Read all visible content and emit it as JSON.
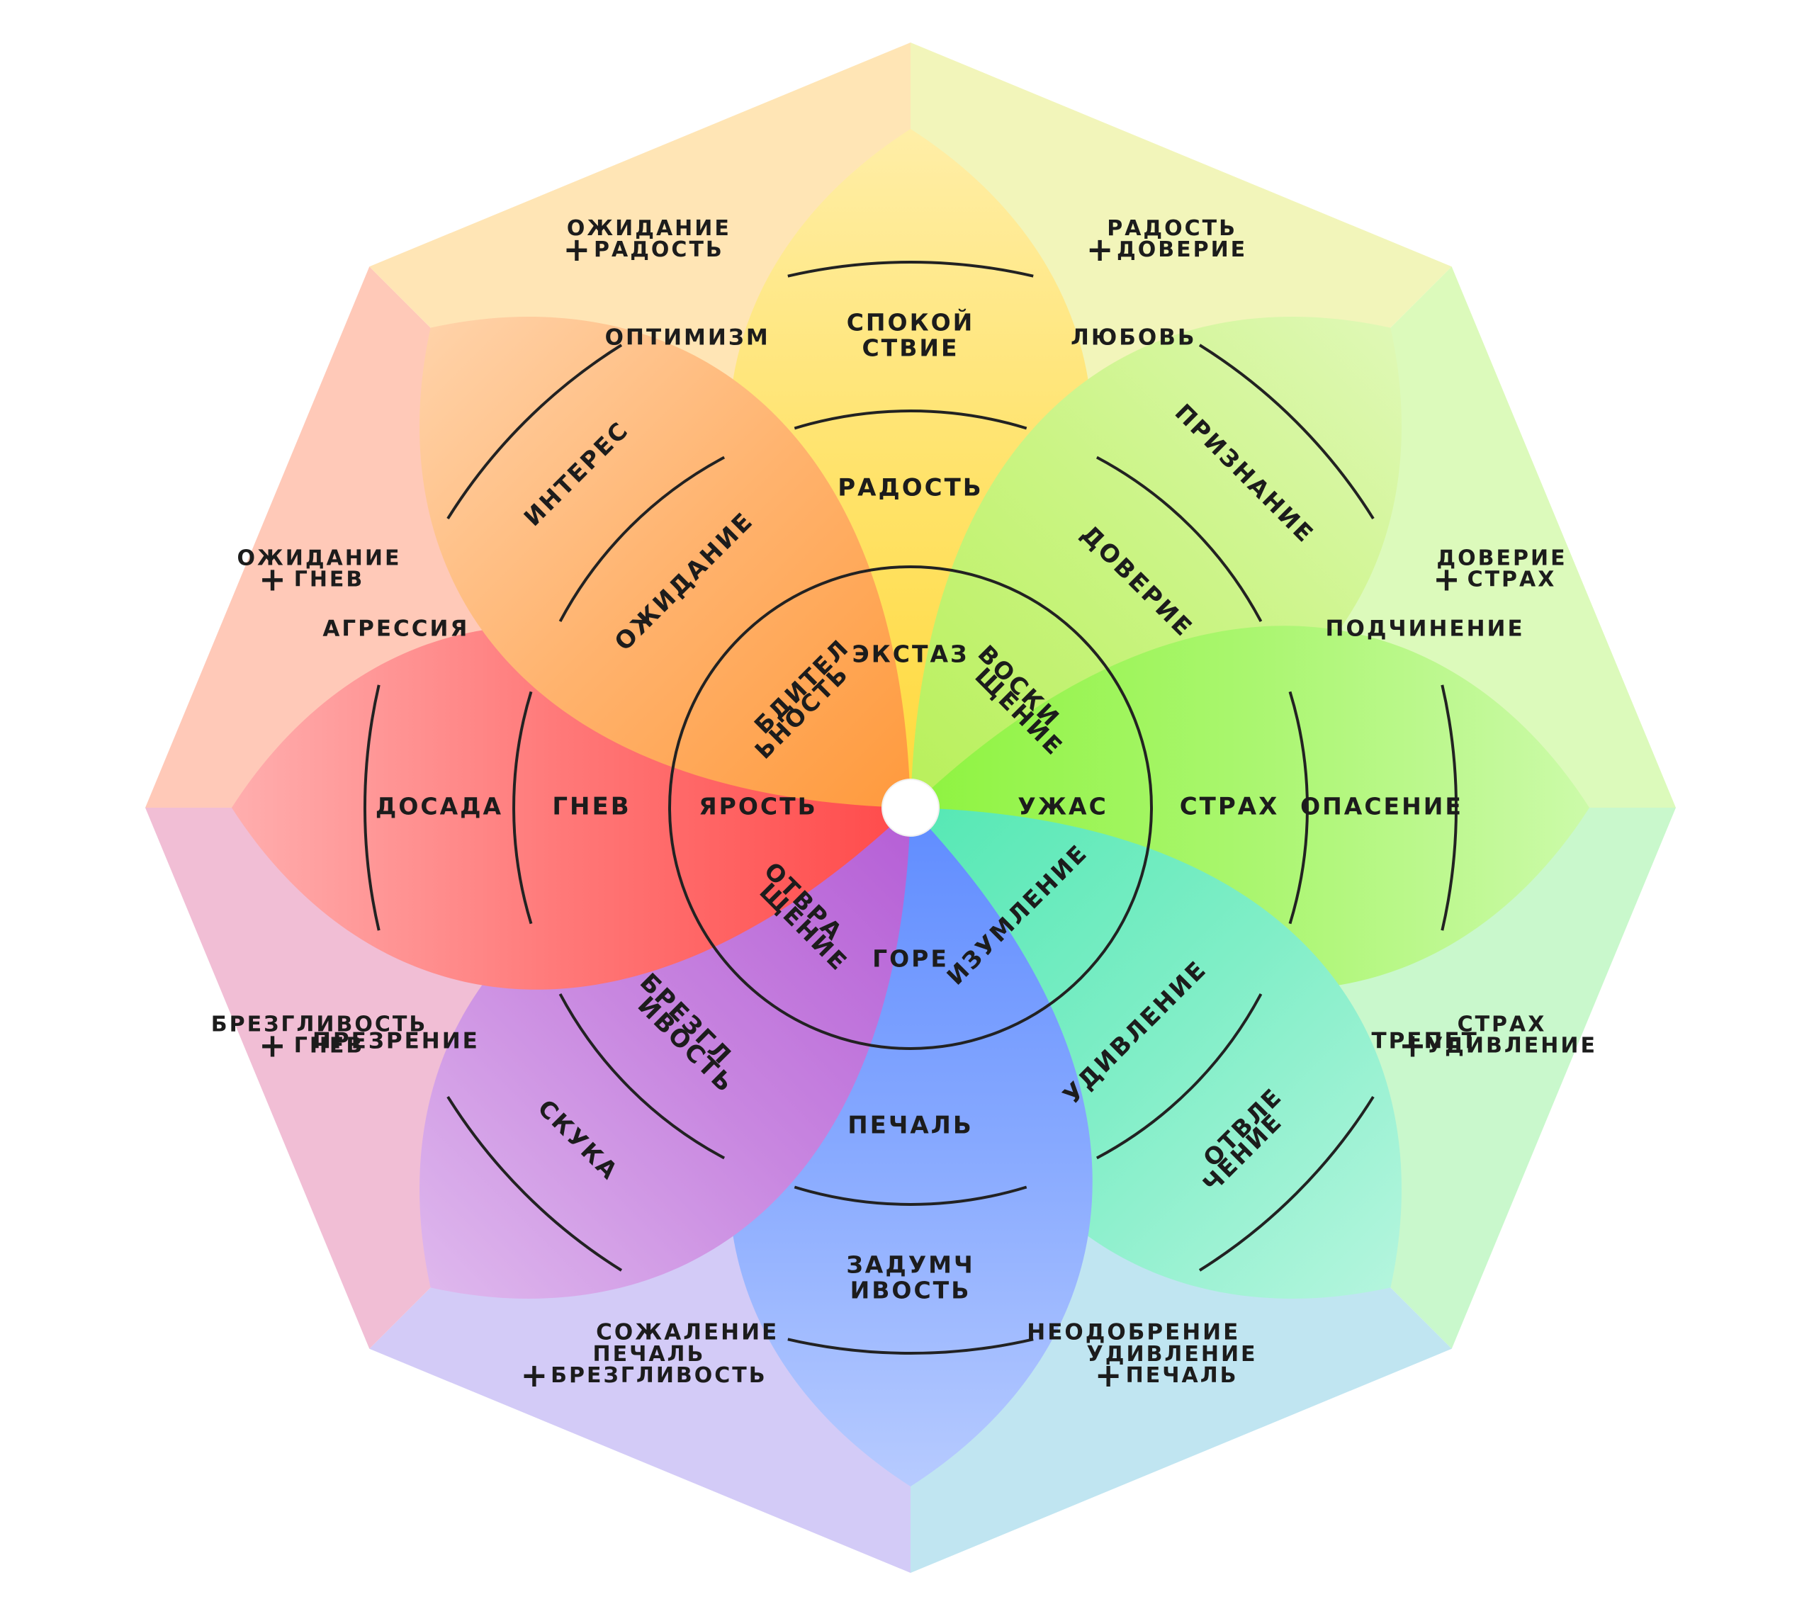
{
  "colors": {
    "joy": "#ffd93b",
    "trust": "#b8f05a",
    "fear": "#8ef33f",
    "surprise": "#55e8b4",
    "sadness": "#5f8cff",
    "disgust": "#b55ed6",
    "anger": "#ff4a4a",
    "anticipation": "#ff9a3d"
  },
  "petals": [
    {
      "key": "joy",
      "outer": "СПОКОЙСТВИЕ",
      "middle": "РАДОСТЬ",
      "inner": "ЭКСТАЗ"
    },
    {
      "key": "trust",
      "outer": "ПРИЗНАНИЕ",
      "middle": "ДОВЕРИЕ",
      "inner": "ВОСКИЩЕНИЕ"
    },
    {
      "key": "fear",
      "outer": "ОПАСЕНИЕ",
      "middle": "СТРАХ",
      "inner": "УЖАС"
    },
    {
      "key": "surprise",
      "outer": "ОТВЛЕЧЕНИЕ",
      "middle": "УДИВЛЕНИЕ",
      "inner": "ИЗУМЛЕНИЕ"
    },
    {
      "key": "sadness",
      "outer": "ЗАДУМЧИВОСТЬ",
      "middle": "ПЕЧАЛЬ",
      "inner": "ГОРЕ"
    },
    {
      "key": "disgust",
      "outer": "СКУКА",
      "middle": "БРЕЗГЛИВОСТЬ",
      "inner": "ОТВРАЩЕНИЕ"
    },
    {
      "key": "anger",
      "outer": "ДОСАДА",
      "middle": "ГНЕВ",
      "inner": "ЯРОСТЬ"
    },
    {
      "key": "anticipation",
      "outer": "ИНТЕРЕС",
      "middle": "ОЖИДАНИЕ",
      "inner": "БДИТЕЛЬНОСТЬ"
    }
  ],
  "dyads": [
    {
      "pair": [
        "РАДОСТЬ",
        "ДОВЕРИЕ"
      ],
      "result": "ЛЮБОВЬ"
    },
    {
      "pair": [
        "ДОВЕРИЕ",
        "СТРАХ"
      ],
      "result": "ПОДЧИНЕНИЕ"
    },
    {
      "pair": [
        "СТРАХ",
        "УДИВЛЕНИЕ"
      ],
      "result": "ТРЕПЕТ"
    },
    {
      "pair": [
        "УДИВЛЕНИЕ",
        "ПЕЧАЛЬ"
      ],
      "result": "НЕОДОБРЕНИЕ"
    },
    {
      "pair": [
        "ПЕЧАЛЬ",
        "БРЕЗГЛИВОСТЬ"
      ],
      "result": "СОЖАЛЕНИЕ"
    },
    {
      "pair": [
        "БРЕЗГЛИВОСТЬ",
        "ГНЕВ"
      ],
      "result": "ПРЕЗРЕНИЕ"
    },
    {
      "pair": [
        "ОЖИДАНИЕ",
        "ГНЕВ"
      ],
      "result": "АГРЕССИЯ"
    },
    {
      "pair": [
        "ОЖИДАНИЕ",
        "РАДОСТЬ"
      ],
      "result": "ОПТИМИЗМ"
    }
  ]
}
